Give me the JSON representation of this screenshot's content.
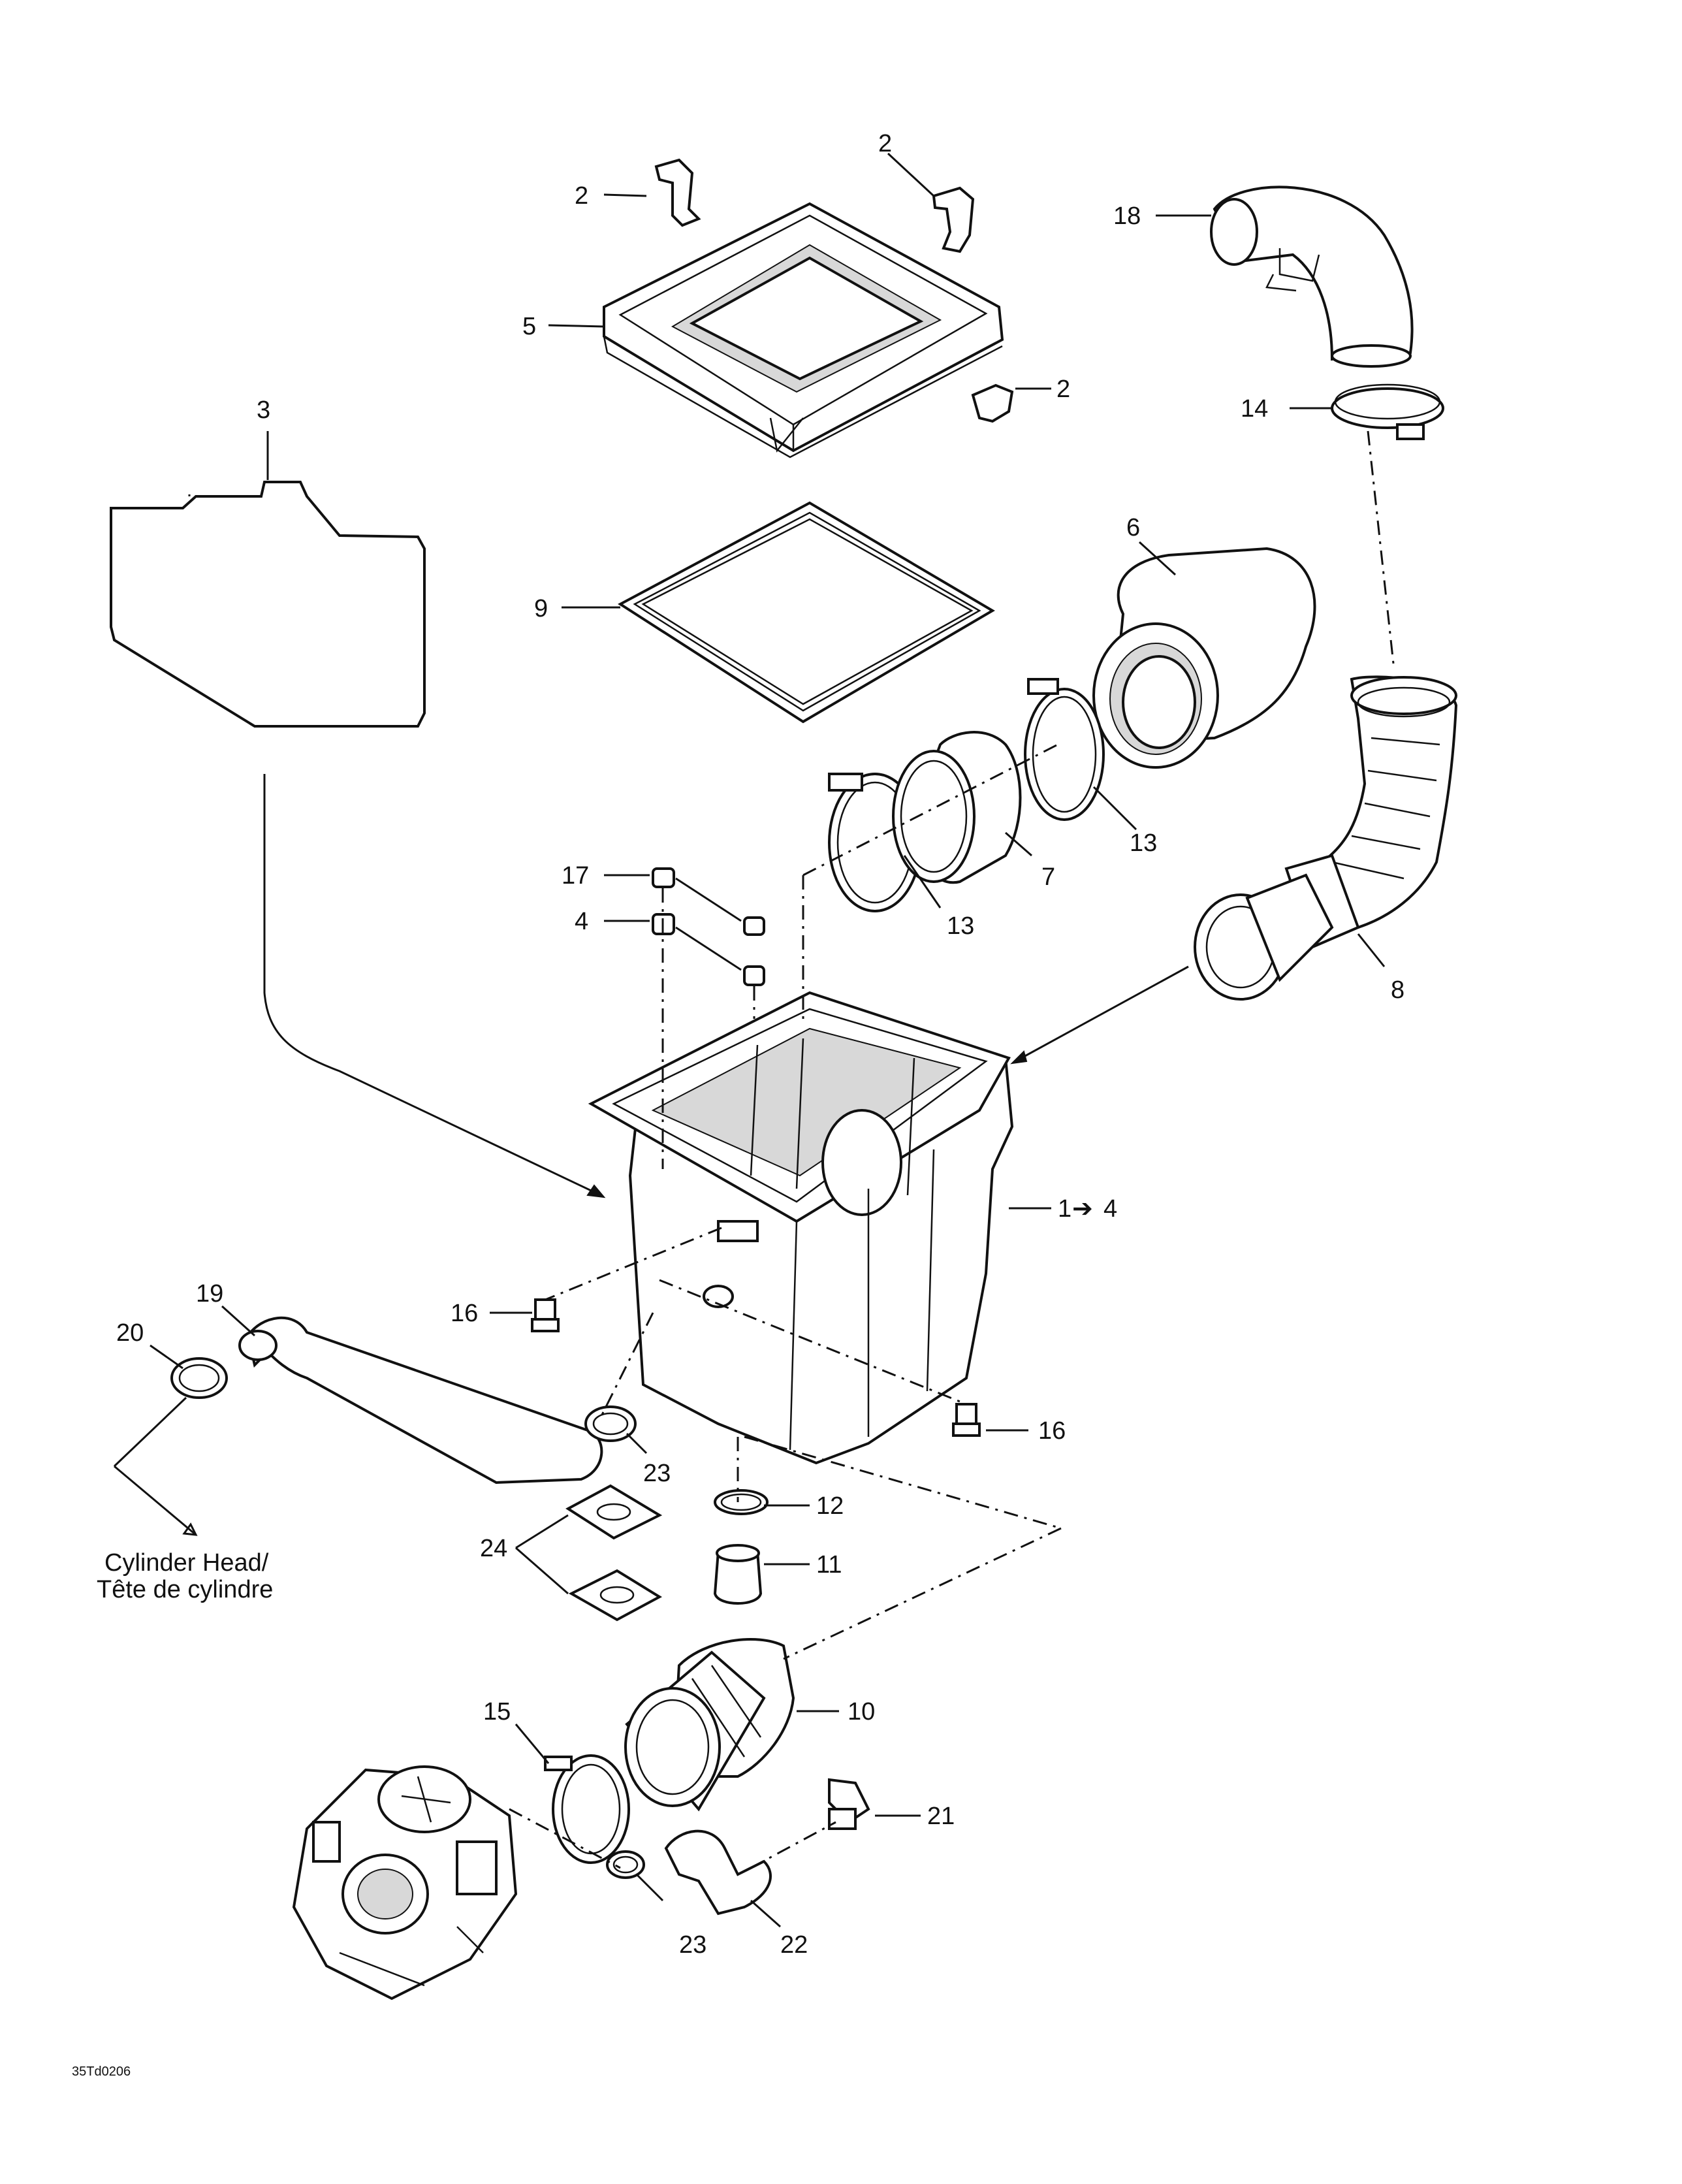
{
  "diagram": {
    "callouts": {
      "n1": "1",
      "n2a": "2",
      "n2b": "2",
      "n2c": "2",
      "n3": "3",
      "n4": "4",
      "n4b": "4",
      "n5": "5",
      "n6": "6",
      "n7": "7",
      "n8": "8",
      "n9": "9",
      "n10": "10",
      "n11": "11",
      "n12": "12",
      "n13a": "13",
      "n13b": "13",
      "n14": "14",
      "n15": "15",
      "n16a": "16",
      "n16b": "16",
      "n17": "17",
      "n18": "18",
      "n19": "19",
      "n20": "20",
      "n21": "21",
      "n22": "22",
      "n23a": "23",
      "n23b": "23",
      "n24": "24"
    },
    "range_arrow": "➔",
    "note_line1": "Cylinder Head/",
    "note_line2": "Tête de cylindre",
    "drawing_code": "35Td0206"
  }
}
